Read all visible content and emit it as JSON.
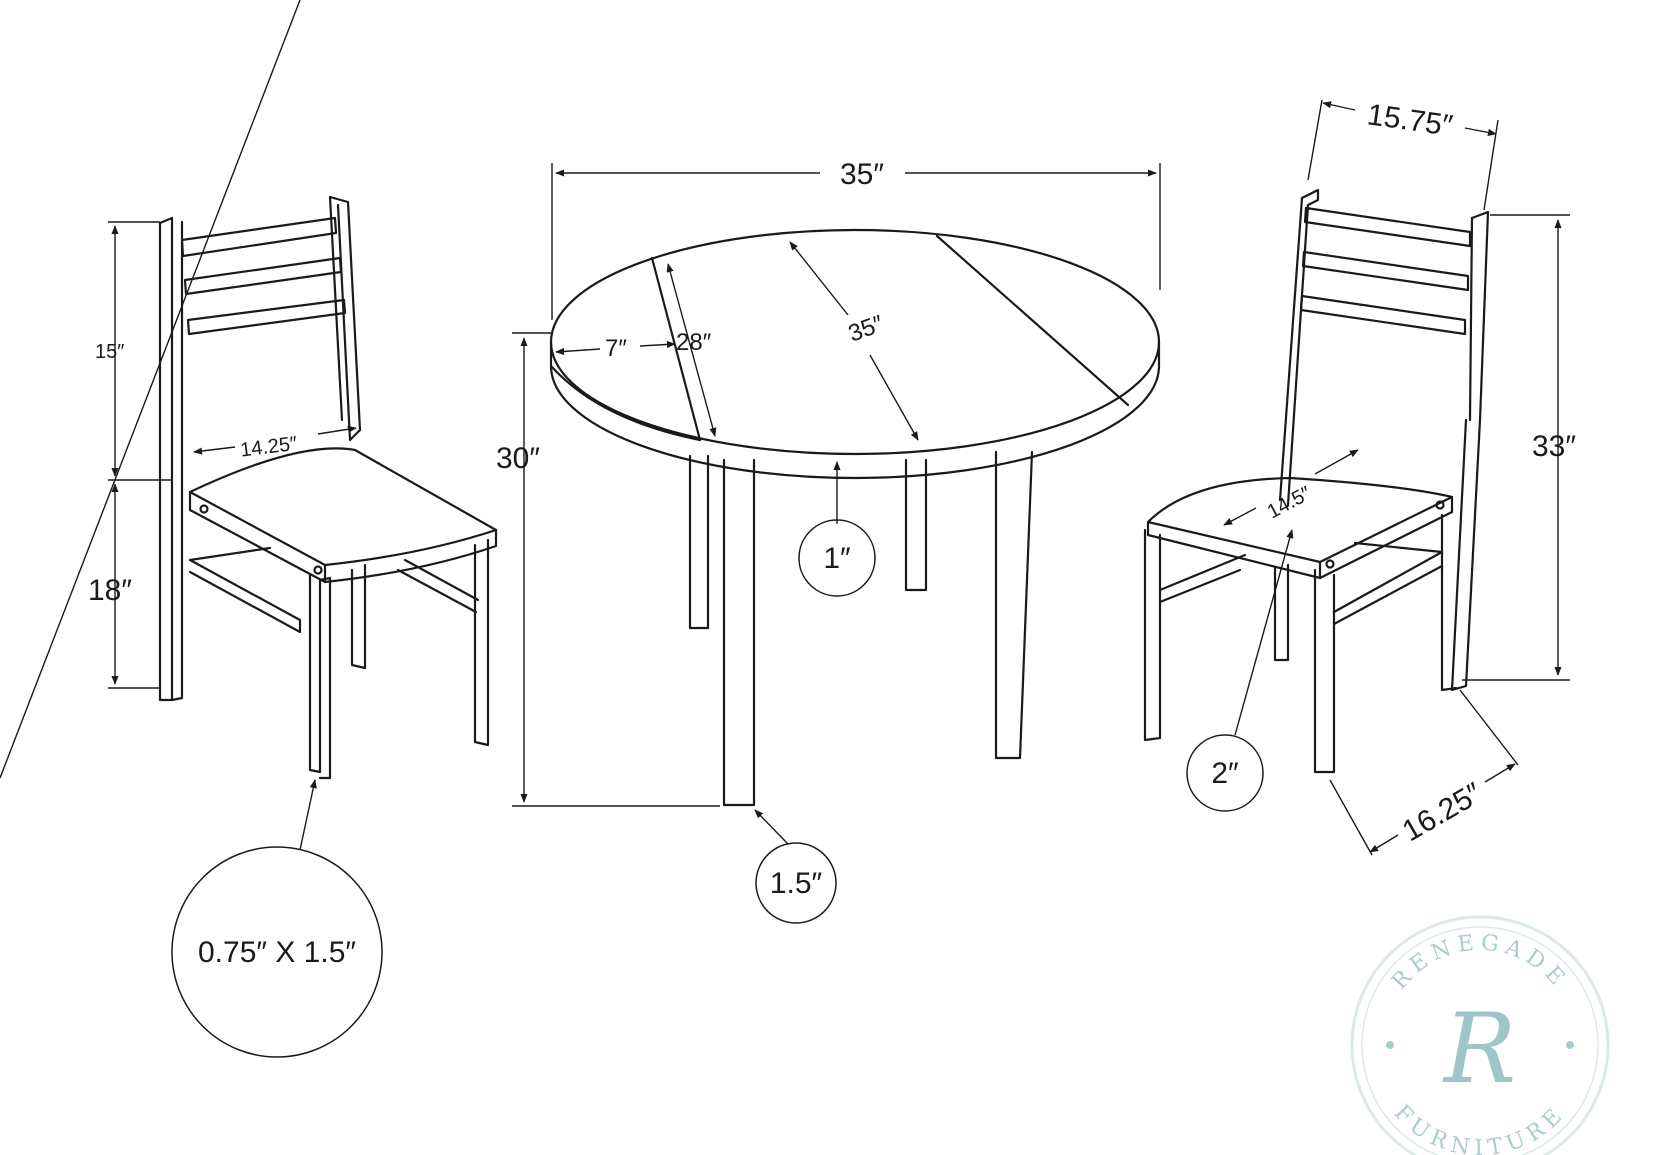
{
  "dimensions": {
    "table_width": "35″",
    "table_diameter": "35″",
    "leaf_drop": "28″",
    "leaf_width": "7″",
    "table_height": "30″",
    "top_thickness": "1″",
    "table_leg": "1.5″",
    "chair_leg_profile": "0.75″ X 1.5″",
    "left_chair_back_height": "15″",
    "left_chair_seat_height": "18″",
    "left_chair_seat_width": "14.25″",
    "right_chair_width": "15.75″",
    "right_chair_height": "33″",
    "right_chair_seat_width": "14.5″",
    "right_chair_leg": "2″",
    "right_chair_depth": "16.25″"
  },
  "watermark": {
    "top_text": "RENEGADE",
    "bottom_text": "FURNITURE",
    "monogram": "R",
    "color": "#7fb3b3"
  }
}
